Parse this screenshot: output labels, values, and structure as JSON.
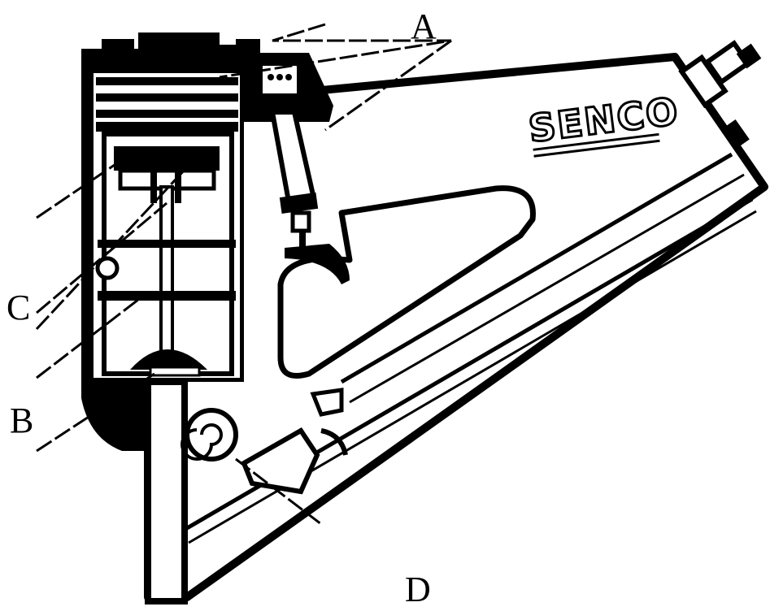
{
  "colors": {
    "ink": "#000000",
    "paper": "#ffffff"
  },
  "labels": {
    "A": "A",
    "B": "B",
    "C": "C",
    "D": "D"
  },
  "brand": {
    "text": "SENCO"
  }
}
